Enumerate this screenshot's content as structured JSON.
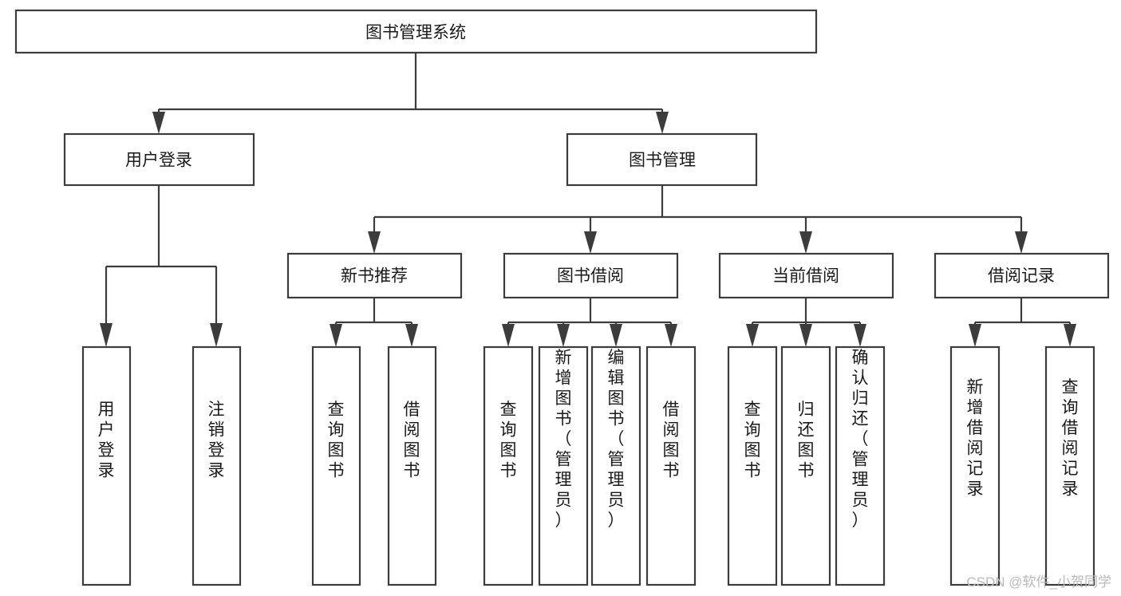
{
  "diagram": {
    "type": "hierarchy-tree",
    "title": "图书管理系统",
    "root": {
      "label": "图书管理系统",
      "level": 1
    },
    "level2": [
      {
        "label": "用户登录"
      },
      {
        "label": "图书管理"
      }
    ],
    "level3": [
      {
        "label": "新书推荐",
        "parent": "图书管理"
      },
      {
        "label": "图书借阅",
        "parent": "图书管理"
      },
      {
        "label": "当前借阅",
        "parent": "图书管理"
      },
      {
        "label": "借阅记录",
        "parent": "图书管理"
      }
    ],
    "leaves": {
      "user_login": [
        {
          "label": "用户登录"
        },
        {
          "label": "注销登录"
        }
      ],
      "new_book_recommend": [
        {
          "label": "查询图书"
        },
        {
          "label": "借阅图书"
        }
      ],
      "book_borrow": [
        {
          "label": "查询图书"
        },
        {
          "label": "新增图书（管理员）"
        },
        {
          "label": "编辑图书（管理员）"
        },
        {
          "label": "借阅图书"
        }
      ],
      "current_borrow": [
        {
          "label": "查询图书"
        },
        {
          "label": "归还图书"
        },
        {
          "label": "确认归还（管理员）"
        }
      ],
      "borrow_record": [
        {
          "label": "新增借阅记录"
        },
        {
          "label": "查询借阅记录"
        }
      ]
    }
  },
  "watermark": {
    "text": "CSDN @软件_小贺同学"
  },
  "colors": {
    "box_stroke": "#3c3c3c",
    "box_fill": "#ffffff",
    "text": "#1a1a1a",
    "background": "#ffffff",
    "watermark": "#b9b9b9"
  }
}
